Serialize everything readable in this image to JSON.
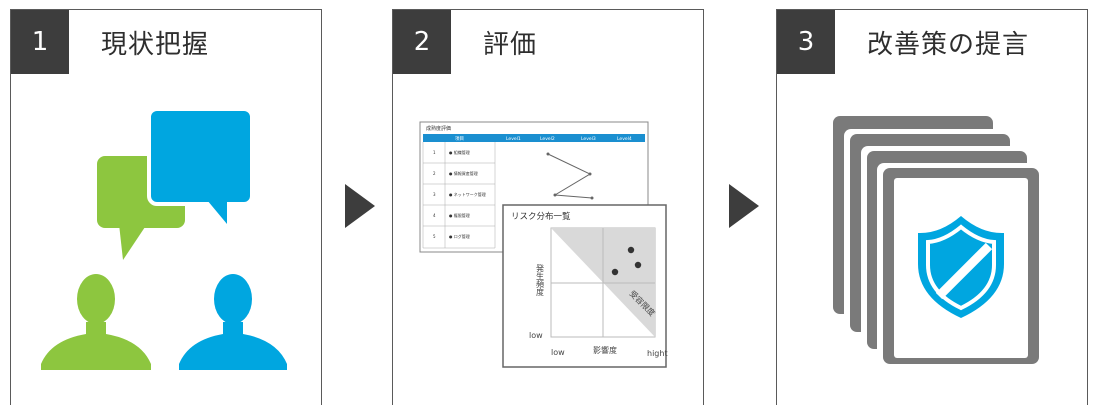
{
  "steps": [
    {
      "number": "1",
      "title": "現状把握",
      "icon": "chat-people-icon"
    },
    {
      "number": "2",
      "title": "評価",
      "icon": "evaluation-chart-icon"
    },
    {
      "number": "3",
      "title": "改善策の提言",
      "icon": "shield-documents-icon"
    }
  ],
  "evaluation": {
    "table_title": "成熟度評価",
    "headers": [
      "項目",
      "Level1",
      "Level2",
      "Level3",
      "Level4"
    ],
    "rows": [
      {
        "no": "1",
        "item": "● 組織管理"
      },
      {
        "no": "2",
        "item": "● 情報資産管理"
      },
      {
        "no": "3",
        "item": "● ネットワーク管理"
      },
      {
        "no": "4",
        "item": "● 権限管理"
      },
      {
        "no": "5",
        "item": "● ログ管理"
      }
    ]
  },
  "risk_chart": {
    "title": "リスク分布一覧",
    "y_label": "発生頻度",
    "x_label": "影響度",
    "low_y": "low",
    "low_x": "low",
    "high_x": "hight",
    "zone_label": "受容限度"
  },
  "colors": {
    "green": "#8dc63f",
    "blue": "#00a6e0",
    "dark": "#3d3d3d",
    "gray": "#7a7a7a"
  }
}
